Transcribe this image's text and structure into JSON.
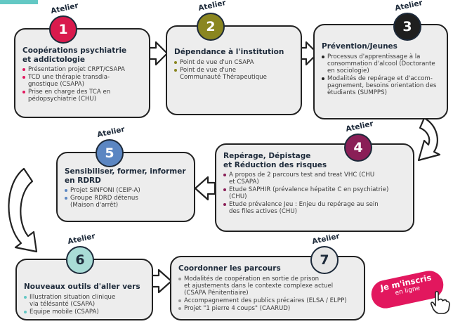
{
  "badge_word": "Atelier",
  "colors": {
    "card_bg": "#ededed",
    "outline": "#222222",
    "title": "#1d2a3a",
    "cta": "#e2175e",
    "bullet_pink": "#e2175e",
    "bullet_olive": "#8a8620",
    "bullet_black": "#222222",
    "bullet_purple": "#8a1f57",
    "bullet_blue": "#5b86c2",
    "bullet_teal": "#63c8c4",
    "bullet_grey": "#999999"
  },
  "ateliers": [
    {
      "number": "1",
      "color": "#d91a4d",
      "bullet": "#e2175e",
      "title_lines": [
        "Coopérations psychiatrie",
        "et addictologie"
      ],
      "items": [
        "Présentation projet CRPT/CSAPA",
        "TCD une thérapie transdia-\ngnostique (CSAPA)",
        "Prise en charge des TCA en\npédopsychiatrie (CHU)"
      ]
    },
    {
      "number": "2",
      "color": "#8a8620",
      "bullet": "#8a8620",
      "title_lines": [
        "Dépendance à l'institution"
      ],
      "items": [
        "Point de vue d'un CSAPA",
        "Point de vue d'une\nCommunauté Thérapeutique"
      ]
    },
    {
      "number": "3",
      "color": "#1f1f1f",
      "bullet": "#222222",
      "title_lines": [
        "Prévention/Jeunes"
      ],
      "items": [
        "Processus d'apprentissage à la\nconsommation d'alcool (Doctorante\nen sociologie)",
        "Modalités de repérage et d'accom-\npagnement, besoins orientation des\nétudiants (SUMPPS)"
      ]
    },
    {
      "number": "4",
      "color": "#8a1f57",
      "bullet": "#8a1f57",
      "title_lines": [
        "Repérage, Dépistage",
        "et Réduction des risques"
      ],
      "items": [
        "A propos de 2 parcours test and treat VHC (CHU\net CSAPA)",
        "Etude SAPHIR (prévalence hépatite C en psychiatrie)\n(CHU)",
        "Etude prévalence Jeu : Enjeu du repérage au sein\ndes files actives (CHU)"
      ]
    },
    {
      "number": "5",
      "color": "#5b86c2",
      "bullet": "#5b86c2",
      "title_lines": [
        "Sensibiliser, former, informer",
        "en RDRD"
      ],
      "items": [
        "Projet SINFONI (CEIP-A)",
        "Groupe RDRD détenus\n(Maison d'arrêt)"
      ]
    },
    {
      "number": "6",
      "color": "#a9dcd6",
      "bullet": "#63c8c4",
      "title_lines": [
        "Nouveaux outils d'aller vers"
      ],
      "items": [
        "Illustration situation clinique\nvia télésanté (CSAPA)",
        "Equipe mobile (CSAPA)"
      ]
    },
    {
      "number": "7",
      "color": "#e6e6e6",
      "bullet": "#999999",
      "title_lines": [
        "Coordonner les parcours"
      ],
      "items": [
        "Modalités de coopération en sortie de prison\net ajustements dans le contexte complexe actuel\n(CSAPA Pénitentiaire)",
        "Accompagnement des publics précaires (ELSA / ELPP)",
        "Projet \"1 pierre 4 coups\" (CAARUD)"
      ]
    }
  ],
  "cta": {
    "line1": "Je m'inscris",
    "line2": "en ligne"
  }
}
